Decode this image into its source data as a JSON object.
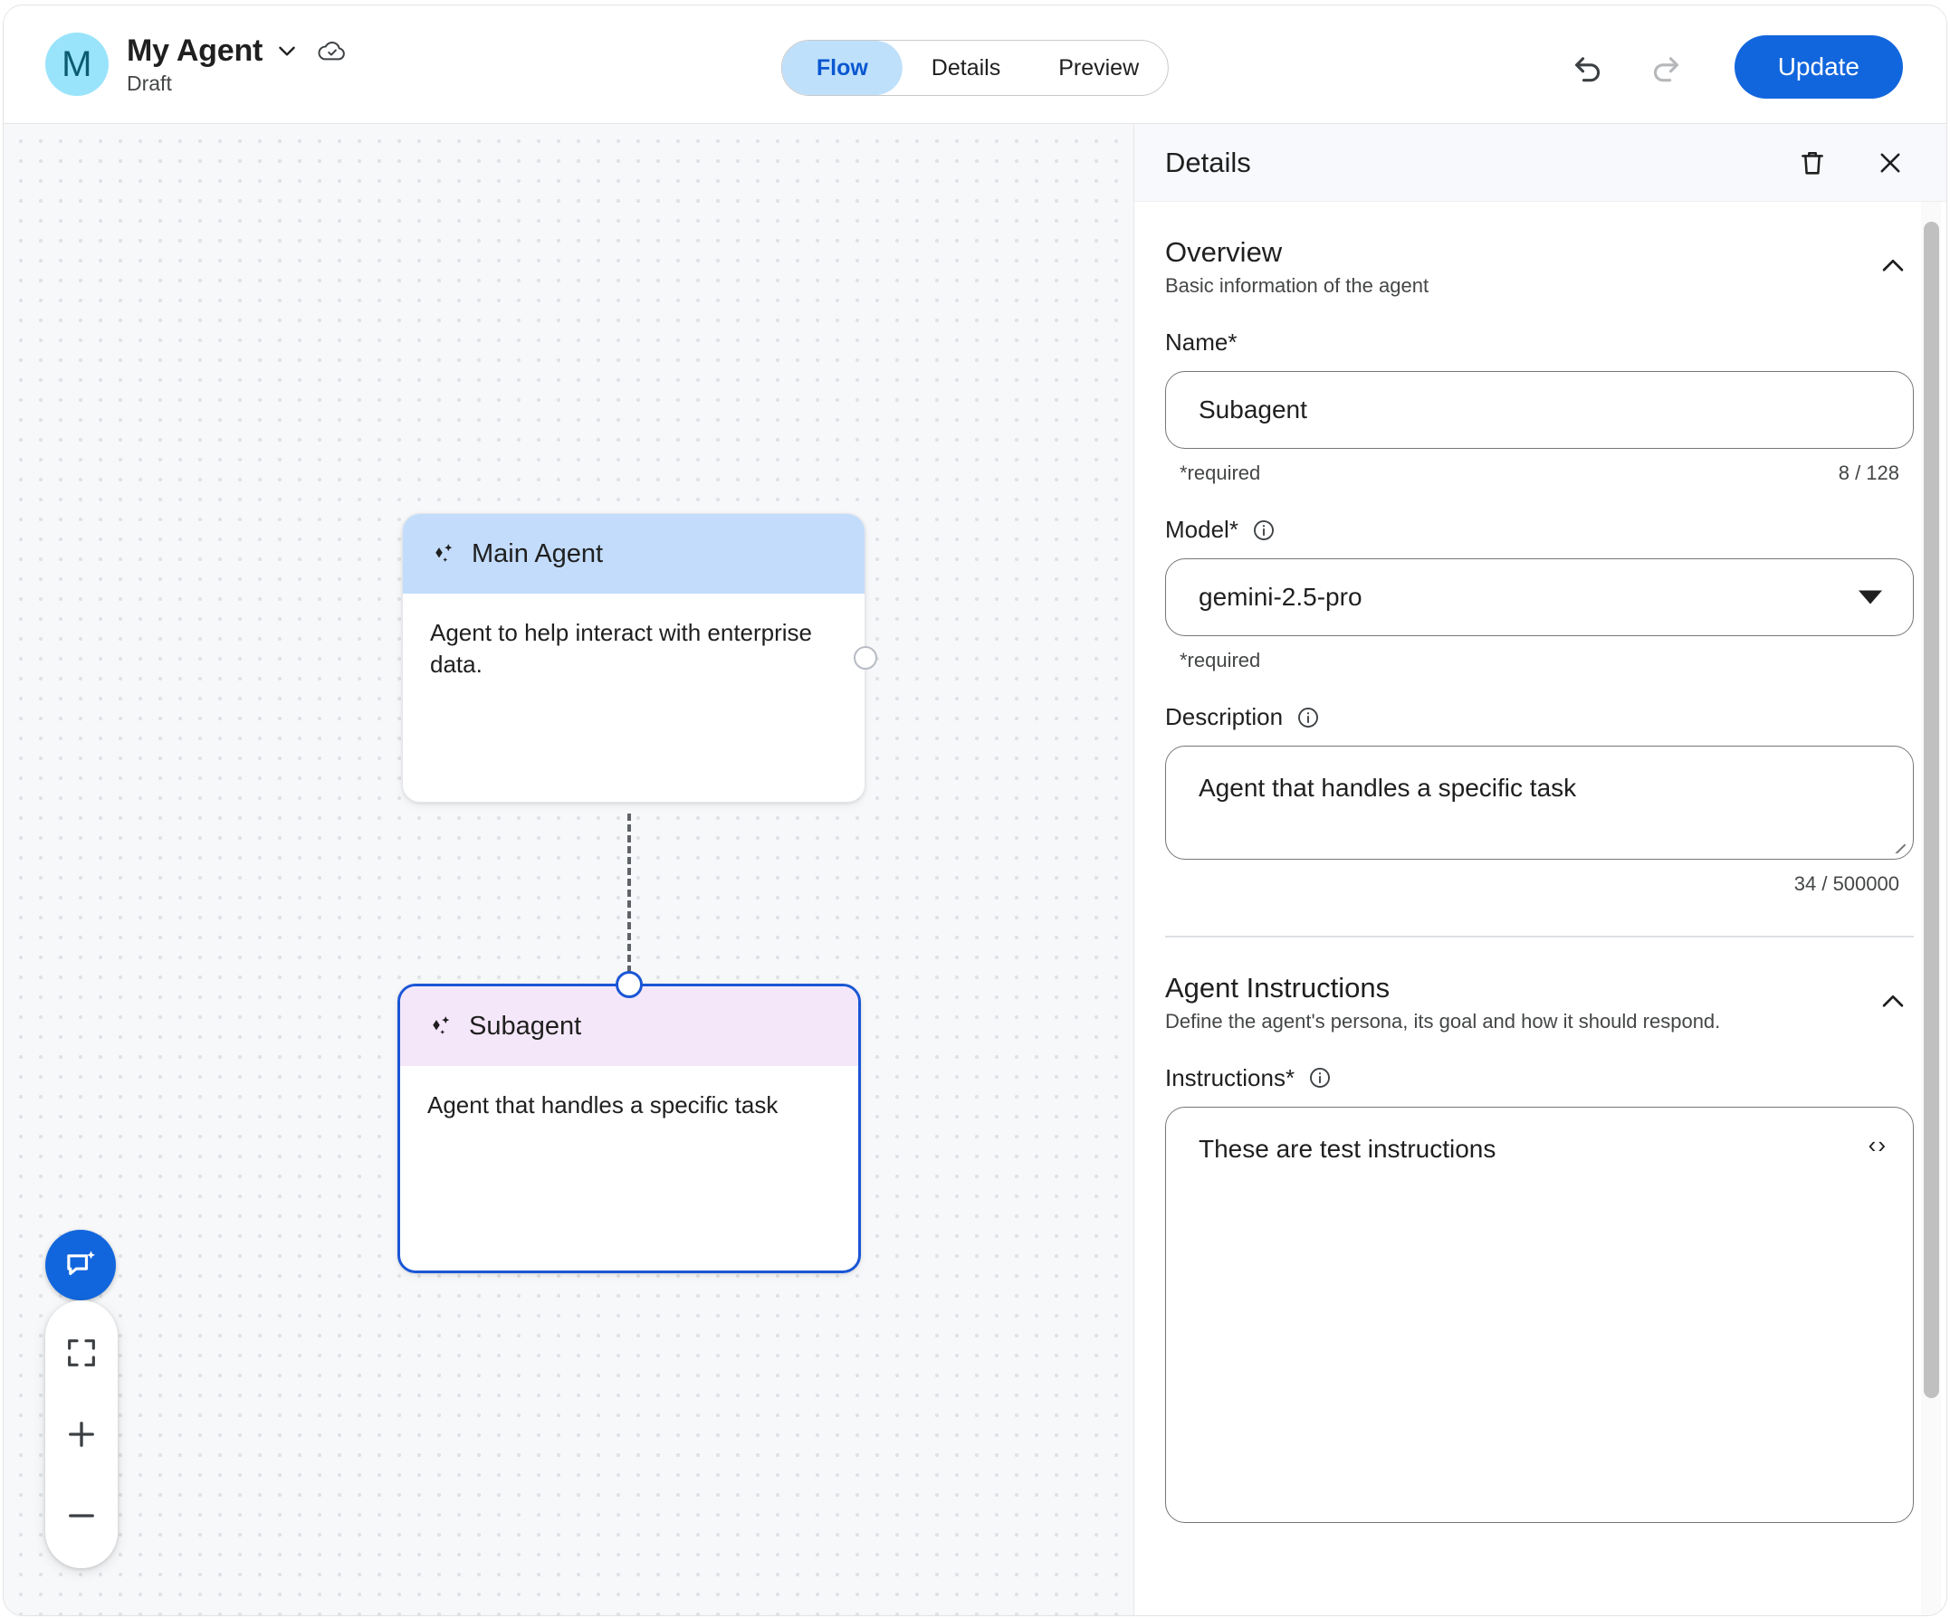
{
  "topbar": {
    "avatar_letter": "M",
    "agent_name": "My Agent",
    "agent_status": "Draft",
    "name_dropdown_icon": "chevron-down-icon",
    "save_state_icon": "cloud-done-icon",
    "tabs": [
      {
        "label": "Flow",
        "active": true
      },
      {
        "label": "Details",
        "active": false
      },
      {
        "label": "Preview",
        "active": false
      }
    ],
    "undo_icon": "undo-icon",
    "redo_icon": "redo-icon",
    "update_label": "Update"
  },
  "canvas": {
    "nodes": [
      {
        "title": "Main Agent",
        "description": "Agent to help interact with enterprise data.",
        "icon": "sparkle-icon",
        "selected": false
      },
      {
        "title": "Subagent",
        "description": "Agent that handles a specific task",
        "icon": "sparkle-icon",
        "selected": true
      }
    ],
    "assist_icon": "chat-sparkle-icon",
    "controls": [
      {
        "icon": "fit-screen-icon",
        "label": "Fit to screen"
      },
      {
        "icon": "zoom-in-icon",
        "label": "Zoom in"
      },
      {
        "icon": "zoom-out-icon",
        "label": "Zoom out"
      }
    ]
  },
  "panel": {
    "title": "Details",
    "delete_icon": "trash-icon",
    "close_icon": "close-icon",
    "sections": {
      "overview": {
        "title": "Overview",
        "description": "Basic information of the agent",
        "collapse_icon": "chevron-up-icon",
        "name": {
          "label": "Name*",
          "value": "Subagent",
          "required_hint": "*required",
          "counter": "8 / 128"
        },
        "model": {
          "label": "Model*",
          "info_icon": "info-icon",
          "value": "gemini-2.5-pro",
          "required_hint": "*required",
          "dropdown_icon": "caret-down-icon"
        },
        "description_field": {
          "label": "Description",
          "info_icon": "info-icon",
          "value": "Agent that handles a specific task",
          "counter": "34 / 500000"
        }
      },
      "agent_instructions": {
        "title": "Agent Instructions",
        "description": "Define the agent's persona, its goal and how it should respond.",
        "collapse_icon": "chevron-up-icon",
        "instructions": {
          "label": "Instructions*",
          "info_icon": "info-icon",
          "value": "These are test instructions",
          "code_icon": "code-brackets-icon"
        }
      }
    }
  },
  "colors": {
    "accent_blue": "#1266dd",
    "tab_active_bg": "#bfe0fb",
    "tab_active_text": "#0b57d0",
    "main_node_header": "#c3dcfb",
    "sub_node_header": "#f5e7fa",
    "selected_node_border": "#1a56d6",
    "avatar_bg": "#9ae4fb"
  }
}
